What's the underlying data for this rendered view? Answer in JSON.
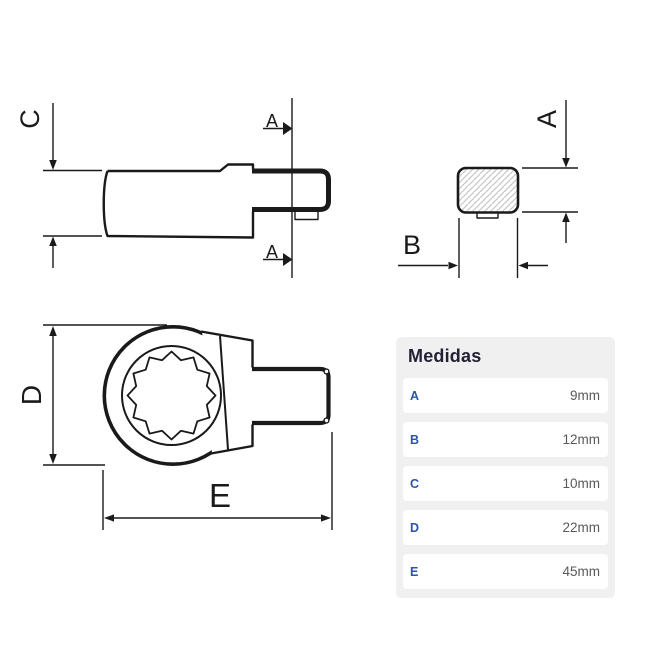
{
  "drawing": {
    "labels": {
      "c": "C",
      "a_section_top": "A",
      "a_section_bottom": "A",
      "a_height": "A",
      "b_width": "B",
      "d_height": "D",
      "e_length": "E"
    },
    "colors": {
      "line": "#1a1a1a",
      "hatch": "#c6c6c6"
    }
  },
  "table": {
    "title": "Medidas",
    "rows": [
      {
        "label": "A",
        "value": "9mm"
      },
      {
        "label": "B",
        "value": "12mm"
      },
      {
        "label": "C",
        "value": "10mm"
      },
      {
        "label": "D",
        "value": "22mm"
      },
      {
        "label": "E",
        "value": "45mm"
      }
    ],
    "colors": {
      "panel_bg": "#f0f0f0",
      "row_bg": "#ffffff",
      "label_color": "#2b55a5",
      "value_color": "#58595b",
      "title_color": "#232135"
    }
  }
}
